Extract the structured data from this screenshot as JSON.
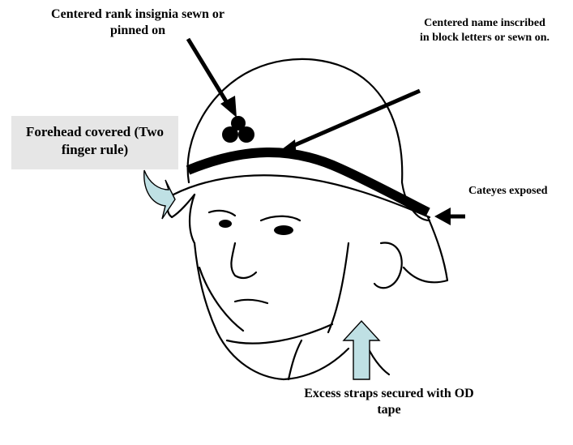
{
  "labels": {
    "rank": "Centered rank insignia sewn or pinned on",
    "name": "Centered name inscribed in block letters or sewn on.",
    "forehead": "Forehead covered (Two finger rule)",
    "cateyes": "Cateyes exposed",
    "straps": "Excess straps secured with OD tape"
  },
  "colors": {
    "ink": "#000000",
    "highlight_arrow": "#bfe0e4",
    "label_box": "#e6e6e6"
  }
}
